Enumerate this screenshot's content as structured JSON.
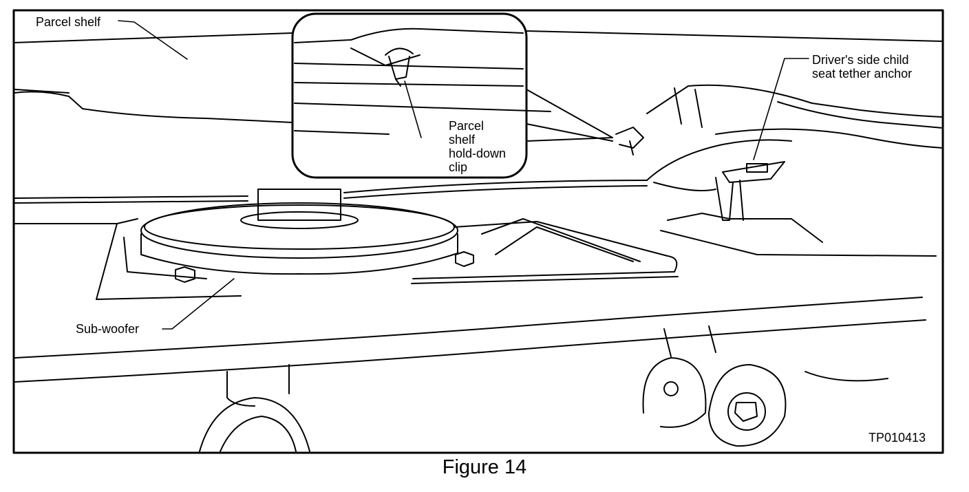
{
  "figure": {
    "caption": "Figure 14",
    "code": "TP010413"
  },
  "labels": {
    "parcel_shelf": "Parcel shelf",
    "clip_line1": "Parcel",
    "clip_line2": "shelf",
    "clip_line3": "hold-down",
    "clip_line4": "clip",
    "anchor_line1": "Driver's side child",
    "anchor_line2": "seat tether anchor",
    "subwoofer": "Sub-woofer"
  },
  "colors": {
    "ink": "#000000",
    "paper": "#ffffff"
  }
}
